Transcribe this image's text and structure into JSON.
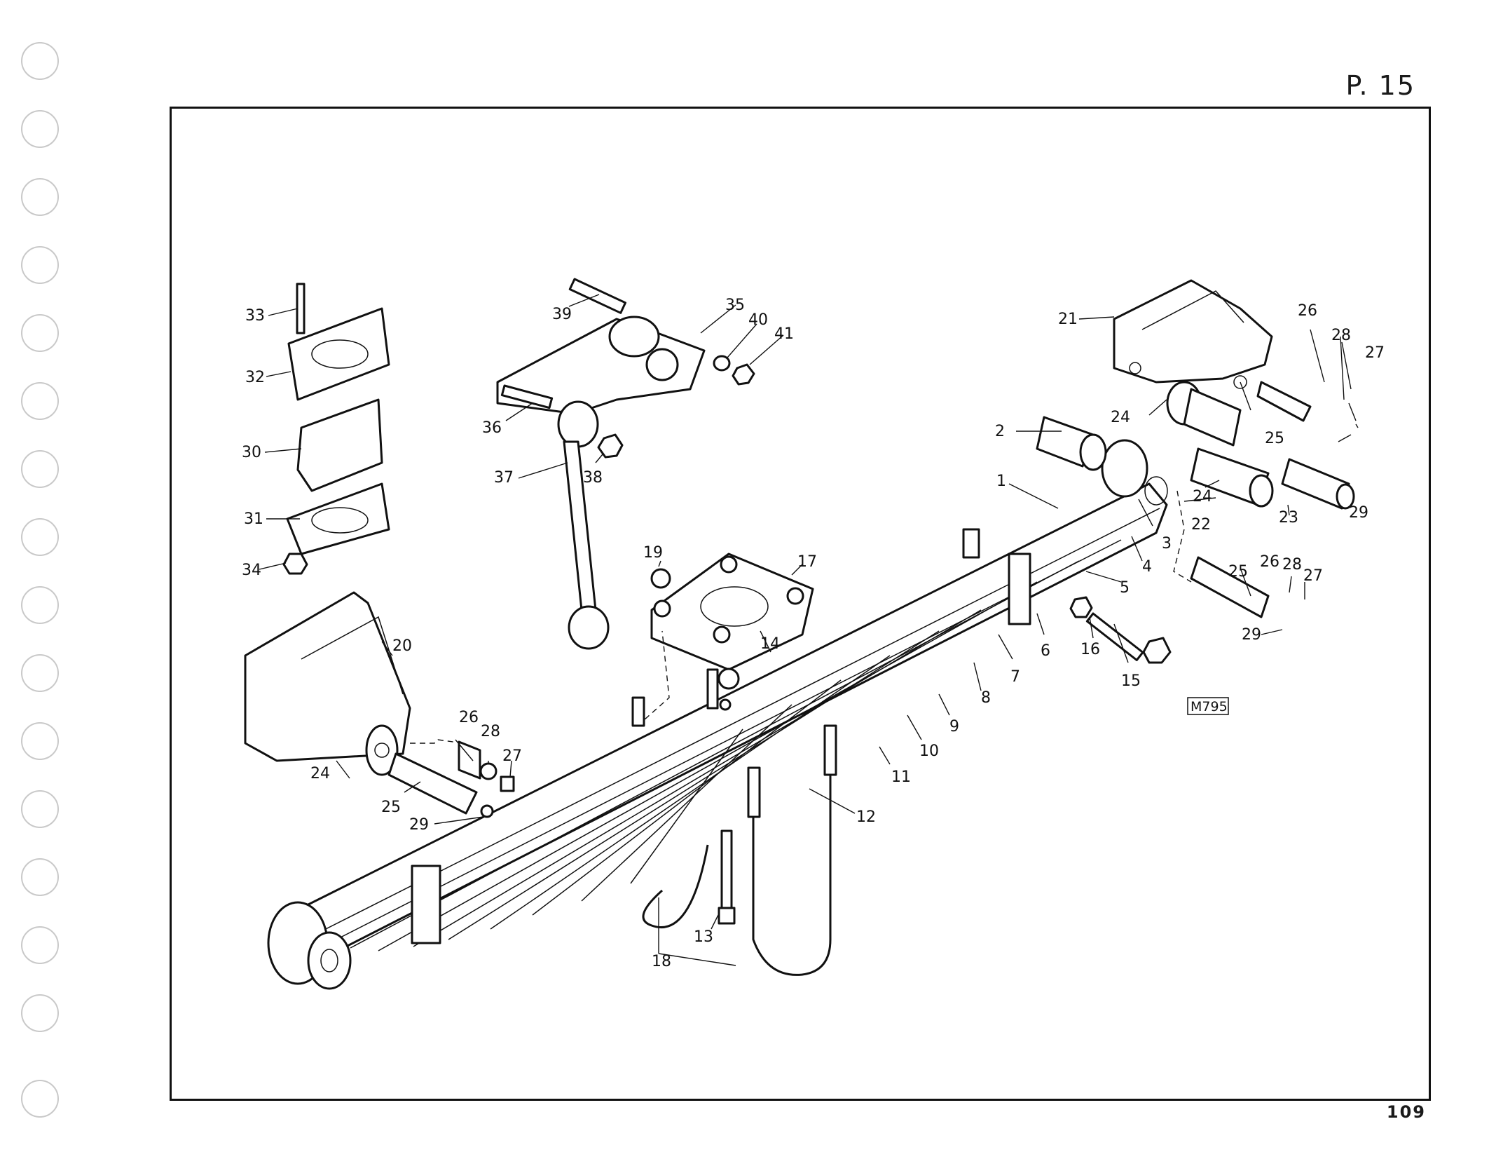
{
  "page_ref": "P. 15",
  "page_number": "109",
  "figure_ref": "M795",
  "callouts": [
    "1",
    "2",
    "3",
    "4",
    "5",
    "6",
    "7",
    "8",
    "9",
    "10",
    "11",
    "12",
    "13",
    "14",
    "15",
    "16",
    "17",
    "18",
    "19",
    "20",
    "21",
    "22",
    "23",
    "24",
    "24",
    "24",
    "25",
    "25",
    "25",
    "26",
    "26",
    "26",
    "27",
    "27",
    "27",
    "28",
    "28",
    "28",
    "29",
    "29",
    "29",
    "30",
    "31",
    "32",
    "33",
    "34",
    "35",
    "36",
    "37",
    "38",
    "39",
    "40",
    "41"
  ]
}
